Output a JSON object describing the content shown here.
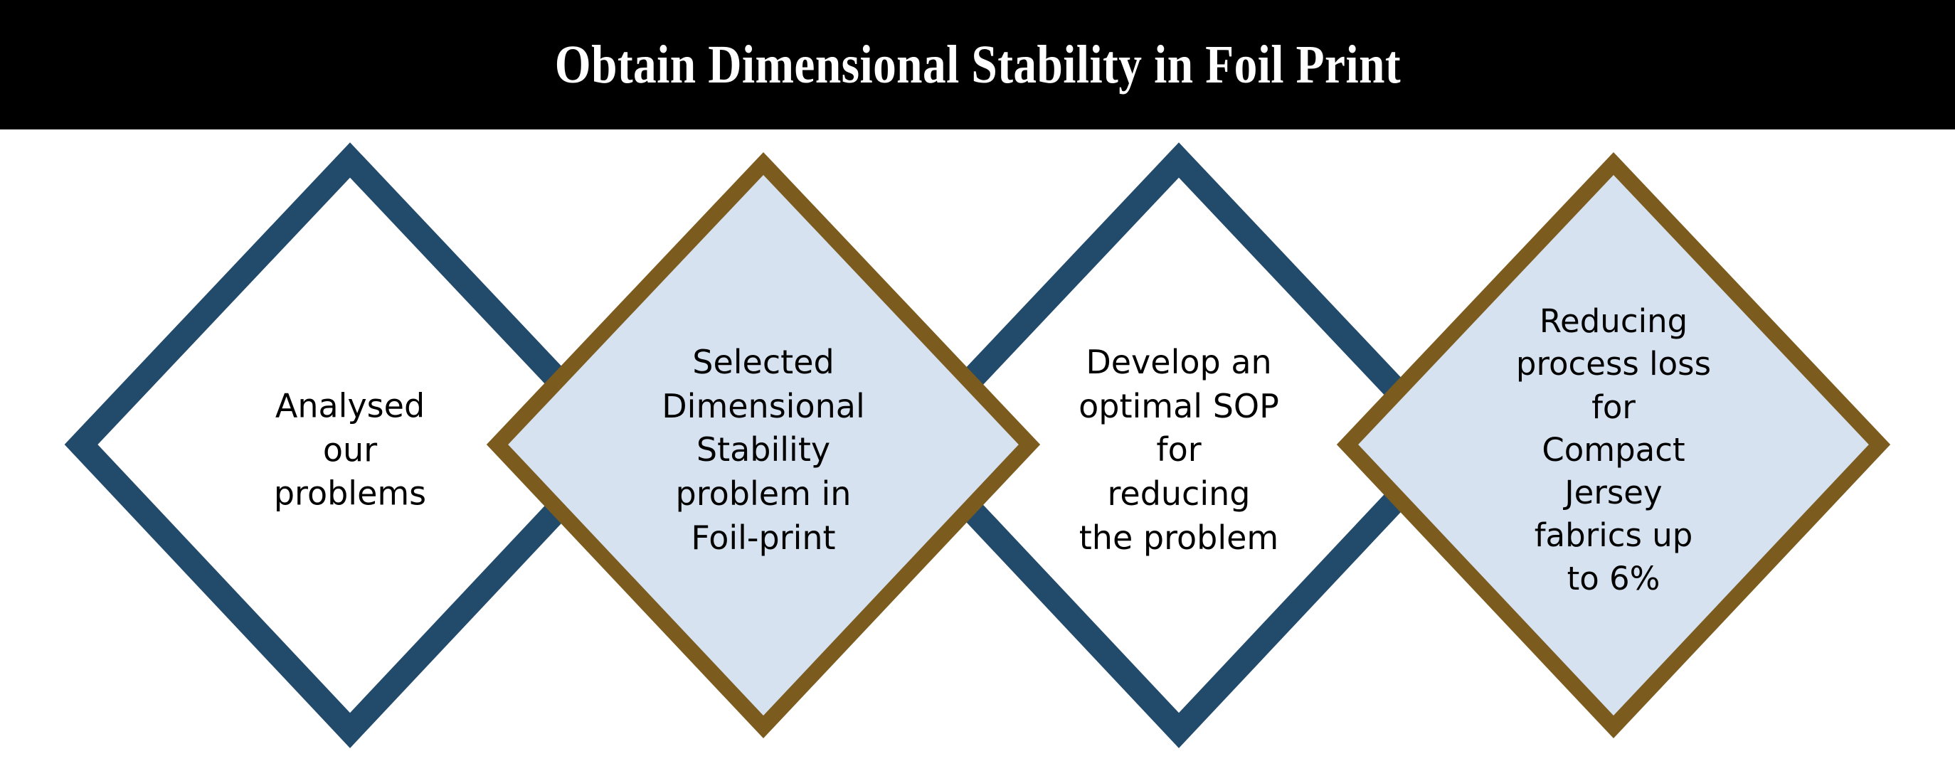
{
  "header": {
    "title": "Obtain Dimensional Stability in Foil Print",
    "background_color": "#000000",
    "text_color": "#FFFFFF"
  },
  "diagram": {
    "type": "chevron-diamond-process-flow",
    "shape": "diamond",
    "step_count": 4,
    "palette": {
      "blue_outline": "#224A6B",
      "gold_outline": "#7C5B1E",
      "light_blue_fill": "#D6E2F0",
      "white_fill": "#FFFFFF",
      "text": "#000000"
    },
    "steps": [
      {
        "index": 1,
        "label": "Analysed\nour\nproblems",
        "fill": "#FFFFFF",
        "outline": "#224A6B"
      },
      {
        "index": 2,
        "label": "Selected\nDimensional\nStability\nproblem in\nFoil-print",
        "fill": "#D6E2F0",
        "outline": "#7C5B1E"
      },
      {
        "index": 3,
        "label": "Develop an\noptimal SOP\nfor\nreducing\nthe problem",
        "fill": "#FFFFFF",
        "outline": "#224A6B"
      },
      {
        "index": 4,
        "label": "Reducing\nprocess loss\nfor\nCompact\nJersey\nfabrics up\nto 6%",
        "fill": "#D6E2F0",
        "outline": "#7C5B1E"
      }
    ]
  }
}
